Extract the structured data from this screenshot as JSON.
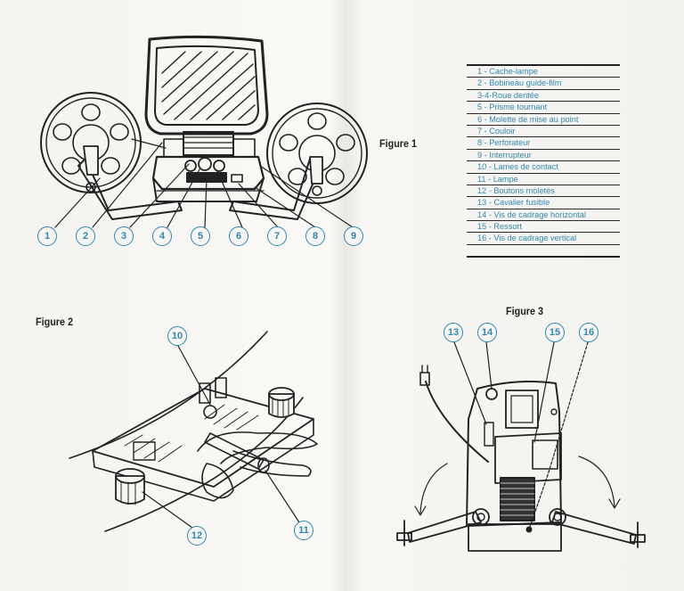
{
  "figures": {
    "figure1_label": "Figure 1",
    "figure2_label": "Figure 2",
    "figure3_label": "Figure 3"
  },
  "legend": [
    "1 - Cache-lampe",
    "2 - Bobineau guide-film",
    "3-4-Roue dentée",
    "5 - Prisme tournant",
    "6 - Molette de mise au point",
    "7 - Couloir",
    "8 - Perforateur",
    "9 - Interrupteur",
    "10 - Lames de contact",
    "11 - Lampe",
    "12 - Boutons moletés",
    "13 - Cavalier fusible",
    "14 - Vis de cadrage horizontal",
    "15 - Ressort",
    "16 - Vis de cadrage vertical"
  ],
  "callouts": {
    "c1": "1",
    "c2": "2",
    "c3": "3",
    "c4": "4",
    "c5": "5",
    "c6": "6",
    "c7": "7",
    "c8": "8",
    "c9": "9",
    "c10": "10",
    "c11": "11",
    "c12": "12",
    "c13": "13",
    "c14": "14",
    "c15": "15",
    "c16": "16"
  },
  "colors": {
    "accent": "#2f87b4",
    "ink": "#222222",
    "paper": "#f6f5f1"
  }
}
